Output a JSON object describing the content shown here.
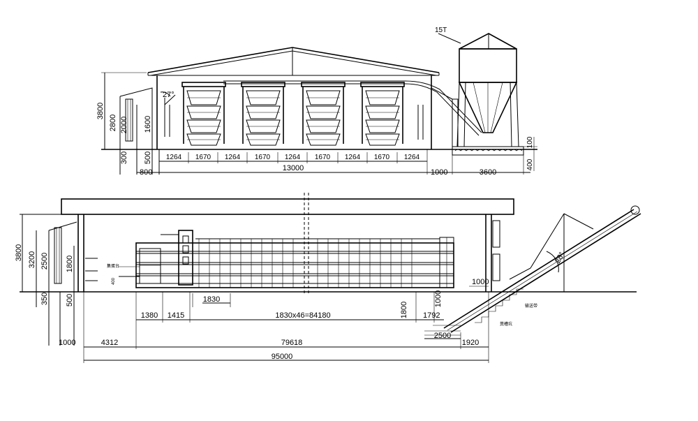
{
  "section_view": {
    "silo_label": "15T",
    "roof_angle": "27°",
    "heights": {
      "h3800": "3800",
      "h2800": "2800",
      "h2000": "2000",
      "h1600": "1600",
      "h500": "500",
      "h300": "300"
    },
    "bays": [
      "1264",
      "1670",
      "1264",
      "1670",
      "1264",
      "1670",
      "1264",
      "1670",
      "1264"
    ],
    "total_width": "13000",
    "left_offset": "800",
    "right_offset": "1000",
    "silo_width": "3600",
    "silo_h100": "100",
    "silo_h400": "400"
  },
  "plan_view": {
    "heights": {
      "h3800": "3800",
      "h3200": "3200",
      "h2500": "2500",
      "h1800": "1800",
      "h500": "500",
      "h350": "350"
    },
    "left_wall_offset": "1000",
    "small_label": "400",
    "d1380": "1380",
    "d1415": "1415",
    "cell_width": "1830",
    "cage_run": "1830x46=84180",
    "d1800": "1800",
    "d1000": "1000",
    "d1000_right": "1000",
    "d1792": "1792",
    "d2500": "2500",
    "d1920": "1920",
    "d4312": "4312",
    "d79618": "79618",
    "total_length": "95000",
    "conveyor_angle": "28°"
  }
}
